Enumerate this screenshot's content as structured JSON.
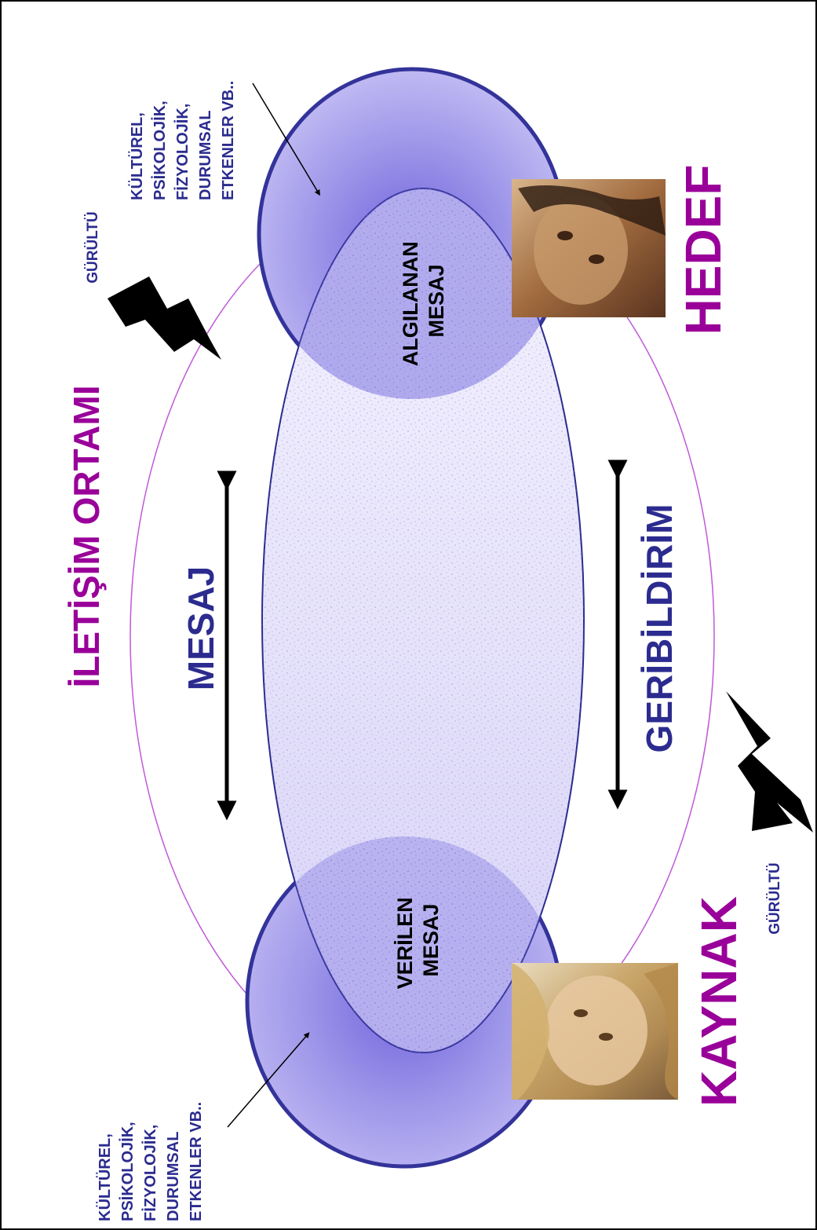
{
  "diagram": {
    "title": "İLETİŞİM ORTAMI",
    "source_label": "KAYNAK",
    "target_label": "HEDEF",
    "message_label": "MESAJ",
    "feedback_label": "GERİBİLDİRİM",
    "given_message": [
      "VERİLEN",
      "MESAJ"
    ],
    "perceived_message": [
      "ALGILANAN",
      "MESAJ"
    ],
    "noise_top": "GÜRÜLTÜ",
    "noise_bottom": "GÜRÜLTÜ",
    "factors_target": [
      "KÜLTÜREL,",
      "PSİKOLOJİK,",
      "FİZYOLOJİK,",
      "DURUMSAL",
      "ETKENLER VB.."
    ],
    "factors_source": [
      "KÜLTÜREL,",
      "PSİKOLOJİK,",
      "FİZYOLOJİK,",
      "DURUMSAL",
      "ETKENLER VB.."
    ]
  },
  "colors": {
    "magenta": "#990099",
    "navy": "#2b2b8f",
    "circle_border": "#33339a",
    "circle_fill": "#8f86e6",
    "outer_ellipse": "#b84fd6"
  },
  "icons": [
    "lightning-bolt-icon",
    "double-arrow-icon",
    "photo-placeholder"
  ]
}
